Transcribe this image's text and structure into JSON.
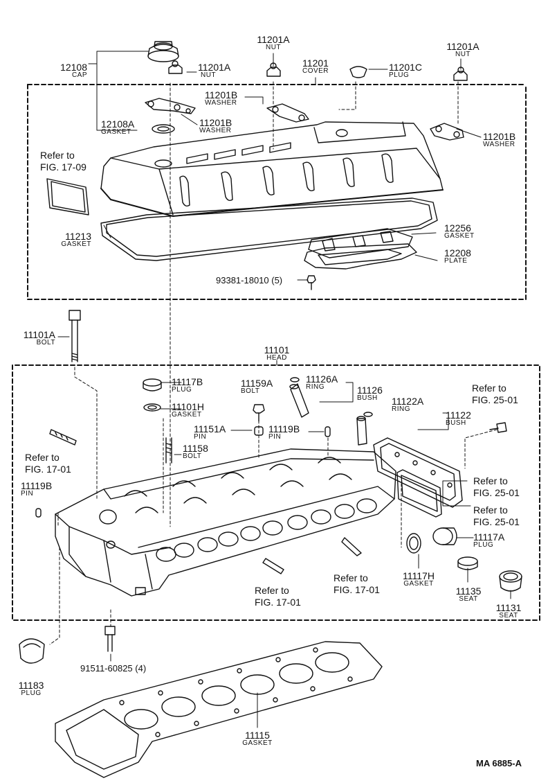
{
  "labels": {
    "cap": {
      "part": "12108",
      "name": "CAP"
    },
    "nut_a": {
      "part": "11201A",
      "name": "NUT"
    },
    "nut_b": {
      "part": "11201A",
      "name": "NUT"
    },
    "nut_c": {
      "part": "11201A",
      "name": "NUT"
    },
    "cover": {
      "part": "11201",
      "name": "COVER"
    },
    "plug_c": {
      "part": "11201C",
      "name": "PLUG"
    },
    "washer_a": {
      "part": "11201B",
      "name": "WASHER"
    },
    "washer_b": {
      "part": "11201B",
      "name": "WASHER"
    },
    "washer_c": {
      "part": "11201B",
      "name": "WASHER"
    },
    "gasket_cap": {
      "part": "12108A",
      "name": "GASKET"
    },
    "gasket_cov": {
      "part": "11213",
      "name": "GASKET"
    },
    "gasket_256": {
      "part": "12256",
      "name": "GASKET"
    },
    "plate": {
      "part": "12208",
      "name": "PLATE"
    },
    "bolt_head": {
      "part": "11101A",
      "name": "BOLT"
    },
    "head": {
      "part": "11101",
      "name": "HEAD"
    },
    "plug_b": {
      "part": "11117B",
      "name": "PLUG"
    },
    "gasket_h": {
      "part": "11101H",
      "name": "GASKET"
    },
    "bolt_159": {
      "part": "11159A",
      "name": "BOLT"
    },
    "ring_126": {
      "part": "11126A",
      "name": "RING"
    },
    "bush_126": {
      "part": "11126",
      "name": "BUSH"
    },
    "ring_122": {
      "part": "11122A",
      "name": "RING"
    },
    "bush_122": {
      "part": "11122",
      "name": "BUSH"
    },
    "pin_151": {
      "part": "11151A",
      "name": "PIN"
    },
    "pin_119b": {
      "part": "11119B",
      "name": "PIN"
    },
    "pin_119b_l": {
      "part": "11119B",
      "name": "PIN"
    },
    "bolt_158": {
      "part": "11158",
      "name": "BOLT"
    },
    "plug_117a": {
      "part": "11117A",
      "name": "PLUG"
    },
    "gasket_117h": {
      "part": "11117H",
      "name": "GASKET"
    },
    "seat_135": {
      "part": "11135",
      "name": "SEAT"
    },
    "seat_131": {
      "part": "11131",
      "name": "SEAT"
    },
    "plug_183": {
      "part": "11183",
      "name": "PLUG"
    },
    "gasket_115": {
      "part": "11115",
      "name": "GASKET"
    }
  },
  "standalone": {
    "bolt_93381": "93381-18010 (5)",
    "bolt_91511": "91511-60825 (4)"
  },
  "refs": {
    "fig_17_09": {
      "line1": "Refer to",
      "line2": "FIG. 17-09"
    },
    "fig_17_01_l": {
      "line1": "Refer to",
      "line2": "FIG. 17-01"
    },
    "fig_17_01_m": {
      "line1": "Refer to",
      "line2": "FIG. 17-01"
    },
    "fig_17_01_r": {
      "line1": "Refer to",
      "line2": "FIG. 17-01"
    },
    "fig_25_01_t": {
      "line1": "Refer to",
      "line2": "FIG. 25-01"
    },
    "fig_25_01_m": {
      "line1": "Refer to",
      "line2": "FIG. 25-01"
    },
    "fig_25_01_b": {
      "line1": "Refer to",
      "line2": "FIG. 25-01"
    }
  },
  "figure_code": "MA  6885-A"
}
